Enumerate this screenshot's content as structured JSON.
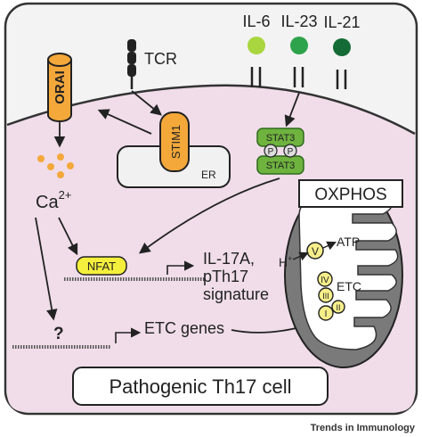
{
  "colors": {
    "outer_bg": "#f3f3f3",
    "cytoplasm": "#f0dde9",
    "cell_border": "#333333",
    "orai_fill": "#f4a83a",
    "stim_fill": "#f4a83a",
    "calcium_dot": "#f4a83a",
    "stat3_fill": "#6fb33f",
    "stat3_border": "#2d6b1c",
    "nfat_fill": "#f4ef3c",
    "mito_fill": "#7a7a7a",
    "mito_inner": "#ffffff",
    "complex_fill": "#f6ee8a",
    "il6_color": "#a9d63f",
    "il23_color": "#2ea34b",
    "il21_color": "#146b36"
  },
  "labels": {
    "tcr": "TCR",
    "il6": "IL-6",
    "il23": "IL-23",
    "il21": "IL-21",
    "orai": "ORAI",
    "stim": "STIM1",
    "er": "ER",
    "ca": "Ca",
    "ca_sup": "2+",
    "stat3_top": "STAT3",
    "stat3_bottom": "STAT3",
    "phospho": "P",
    "oxphos": "OXPHOS",
    "nfat": "NFAT",
    "il17_line1": "IL-17A,",
    "il17_line2": "pTh17",
    "il17_line3": "signature",
    "unknown": "?",
    "etc_genes": "ETC genes",
    "h_plus": "H",
    "h_sup": "+",
    "atp": "ATP",
    "etc": "ETC",
    "complex_v": "V",
    "complex_iv": "IV",
    "complex_iii": "III",
    "complex_ii": "II",
    "complex_i": "I",
    "cell_title": "Pathogenic Th17 cell"
  },
  "footer": "Trends in Immunology"
}
